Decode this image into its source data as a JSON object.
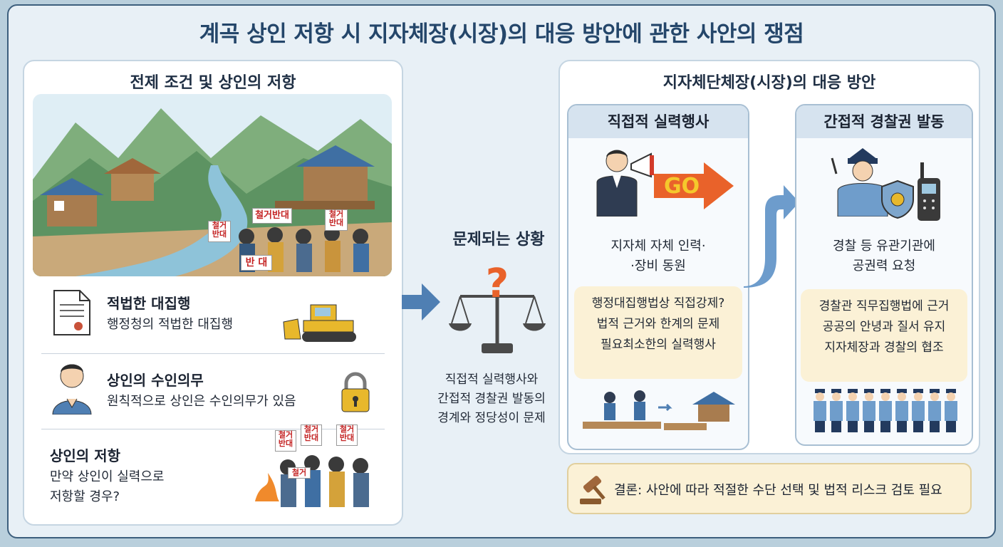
{
  "title": "계곡 상인 저항 시 지자체장(시장)의 대응 방안에 관한 사안의 쟁점",
  "left": {
    "heading": "전제 조건 및 상인의 저항",
    "scene_signs": [
      "철거 반대",
      "철거반대",
      "철거 반대",
      "반 대"
    ],
    "rows": [
      {
        "title": "적법한 대집행",
        "desc": "행정청의 적법한 대집행"
      },
      {
        "title": "상인의 수인의무",
        "desc": "원칙적으로 상인은 수인의무가 있음"
      },
      {
        "title": "상인의 저항",
        "desc_lines": [
          "만약 상인이 실력으로",
          "저항할 경우?"
        ]
      }
    ],
    "crowd_signs": [
      "철거 반대",
      "철거 반대",
      "철거 반대",
      "철거"
    ]
  },
  "middle": {
    "heading": "문제되는 상황",
    "text_lines": [
      "직접적 실력행사와",
      "간접적 경찰권 발동의",
      "경계와 정당성이 문제"
    ]
  },
  "right": {
    "heading": "지자체단체장(시장)의 대응 방안",
    "direct": {
      "title": "직접적 실력행사",
      "go_label": "GO",
      "desc_lines": [
        "지자체 자체 인력·",
        "·장비 동원"
      ],
      "box_lines": [
        "행정대집행법상 직접강제?",
        "법적 근거와 한계의 문제",
        "필요최소한의 실력행사"
      ]
    },
    "indirect": {
      "title": "간접적 경찰권 발동",
      "desc_lines": [
        "경찰 등 유관기관에",
        "공권력 요청"
      ],
      "box_lines": [
        "경찰관 직무집행법에 근거",
        "공공의 안녕과 질서 유지",
        "지자체장과 경찰의 협조"
      ]
    },
    "conclusion": "결론: 사안에 따라 적절한 수단 선택 및 법적 리스크 검토 필요"
  },
  "colors": {
    "frame_border": "#3d5f7d",
    "title": "#24466a",
    "arrow_blue": "#4f7fb3",
    "go_orange": "#e9622a",
    "card_head": "#d6e3ef",
    "note_yellow": "#fbf1d6"
  },
  "icons": [
    "document-icon",
    "bulldozer-icon",
    "merchant-icon",
    "padlock-icon",
    "protest-crowd-icon",
    "scale-icon",
    "question-mark-icon",
    "megaphone-official-icon",
    "go-arrow-icon",
    "police-officer-icon",
    "police-shield-icon",
    "radio-icon",
    "police-line-icon",
    "gavel-icon"
  ]
}
